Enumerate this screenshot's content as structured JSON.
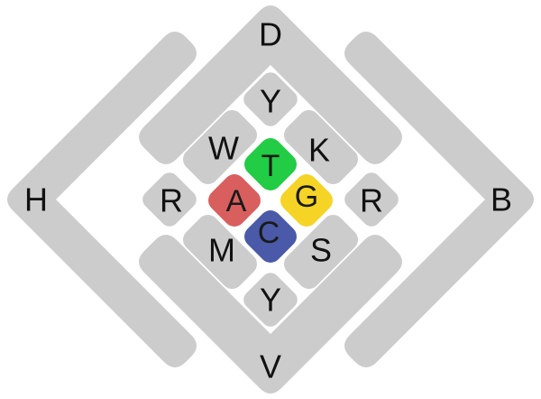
{
  "colors": {
    "shape_gray": "#cccccc",
    "background": "#ffffff",
    "A": "#d95f5f",
    "T": "#22cc44",
    "G": "#f5d426",
    "C": "#4a5aa8"
  },
  "bases": {
    "A": "A",
    "T": "T",
    "G": "G",
    "C": "C"
  },
  "ring2": {
    "top": "Y",
    "bottom": "Y",
    "left": "R",
    "right": "R",
    "upper_left": "W",
    "upper_right": "K",
    "lower_left": "M",
    "lower_right": "S"
  },
  "outer": {
    "top": "D",
    "bottom": "V",
    "left": "H",
    "right": "B"
  }
}
